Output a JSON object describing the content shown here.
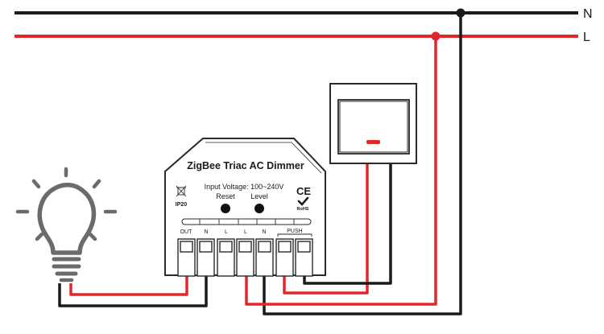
{
  "rails": {
    "neutral_label": "N",
    "live_label": "L"
  },
  "module": {
    "title": "ZigBee Triac AC Dimmer",
    "voltage": "Input Voltage: 100~240V",
    "reset_label": "Reset",
    "level_label": "Level",
    "ip_rating": "IP20",
    "ce_mark": "CE",
    "rohs_mark": "RoHS",
    "terminals": [
      "OUT",
      "N",
      "L",
      "L",
      "N"
    ],
    "push_label": "PUSH"
  },
  "colors": {
    "neutral_wire": "#1a1a1a",
    "live_wire": "#e0282b",
    "lamp": "#6b6b6b",
    "outline": "#2a2a2a"
  },
  "icons": {
    "lamp": "light-bulb-icon",
    "switch": "push-switch-icon",
    "disposal": "weee-bin-icon",
    "rohs": "checkmark-icon"
  }
}
